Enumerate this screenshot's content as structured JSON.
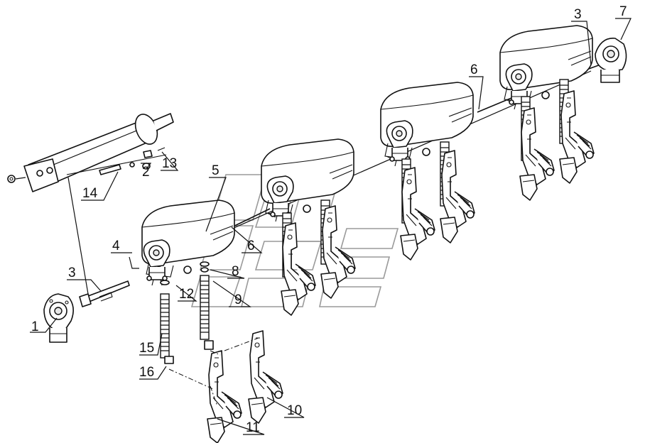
{
  "callouts": [
    {
      "id": "c1",
      "text": "1"
    },
    {
      "id": "c2",
      "text": "2"
    },
    {
      "id": "c3a",
      "text": "3"
    },
    {
      "id": "c3b",
      "text": "3"
    },
    {
      "id": "c4",
      "text": "4"
    },
    {
      "id": "c5",
      "text": "5"
    },
    {
      "id": "c6a",
      "text": "6"
    },
    {
      "id": "c6b",
      "text": "6"
    },
    {
      "id": "c7",
      "text": "7"
    },
    {
      "id": "c8",
      "text": "8"
    },
    {
      "id": "c9",
      "text": "9"
    },
    {
      "id": "c10",
      "text": "10"
    },
    {
      "id": "c11",
      "text": "11"
    },
    {
      "id": "c12",
      "text": "12"
    },
    {
      "id": "c13",
      "text": "13"
    },
    {
      "id": "c14",
      "text": "14"
    },
    {
      "id": "c15",
      "text": "15"
    },
    {
      "id": "c16",
      "text": "16"
    }
  ],
  "colors": {
    "line": "#111111",
    "background": "#ffffff",
    "watermark": "#9a9a9a"
  }
}
